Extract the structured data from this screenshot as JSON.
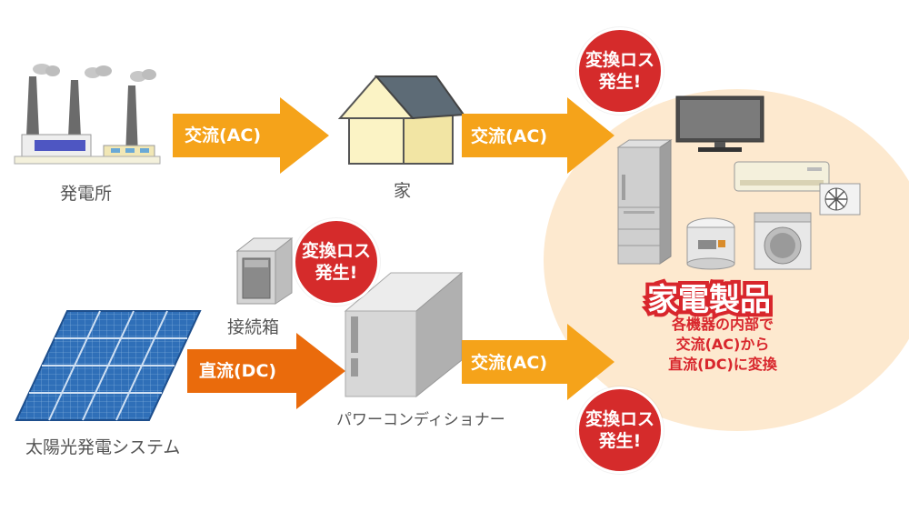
{
  "labels": {
    "power_plant": "発電所",
    "house": "家",
    "junction_box": "接続箱",
    "power_conditioner": "パワーコンディショナー",
    "solar_system": "太陽光発電システム"
  },
  "arrows": {
    "ac1": "交流(AC)",
    "ac2": "交流(AC)",
    "dc": "直流(DC)",
    "ac3": "交流(AC)"
  },
  "badges": {
    "top": [
      "変換ロス",
      "発生!"
    ],
    "middle": [
      "変換ロス",
      "発生!"
    ],
    "bottom": [
      "変換ロス",
      "発生!"
    ]
  },
  "appliances": {
    "title": "家電製品",
    "description": [
      "各機器の内部で",
      "交流(AC)から",
      "直流(DC)に変換"
    ]
  },
  "colors": {
    "ac_arrow": "#f5a31a",
    "dc_arrow": "#ea6b0c",
    "badge_red": "#d52b2b",
    "circle_bg": "#fde9cf",
    "panel_blue": "#2f6fb8"
  },
  "icons": [
    "factory-icon",
    "house-icon",
    "solar-panel-icon",
    "junction-box-icon",
    "power-conditioner-icon",
    "tv-icon",
    "refrigerator-icon",
    "air-conditioner-icon",
    "outdoor-unit-icon",
    "rice-cooker-icon",
    "washing-machine-icon"
  ]
}
